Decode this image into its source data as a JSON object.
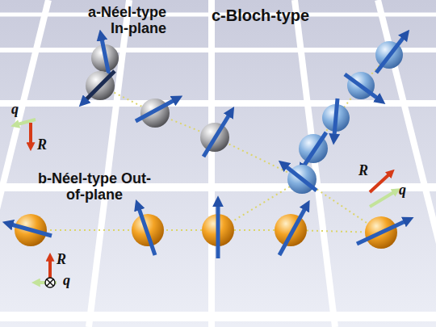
{
  "diagram": {
    "labels": [
      "a-Néel-type In-plane",
      "c-Bloch-type",
      "q",
      "R",
      "R",
      "q",
      "b-Néel-type Out-of-plane",
      "R",
      "q"
    ]
  }
}
